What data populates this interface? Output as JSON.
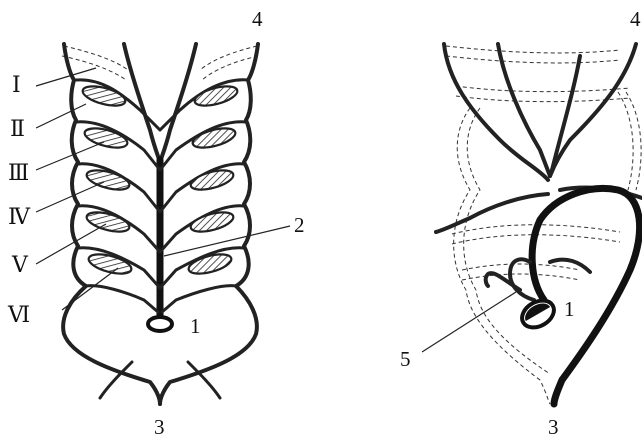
{
  "left_figure": {
    "arch_labels": [
      "Ⅰ",
      "Ⅱ",
      "Ⅲ",
      "Ⅳ",
      "Ⅴ",
      "Ⅵ"
    ],
    "number_labels": {
      "heart": "1",
      "aorta": "2",
      "dorsal": "3",
      "head": "4"
    }
  },
  "right_figure": {
    "number_labels": {
      "heart": "1",
      "dorsal": "3",
      "head": "4",
      "pulmonary": "5"
    }
  }
}
